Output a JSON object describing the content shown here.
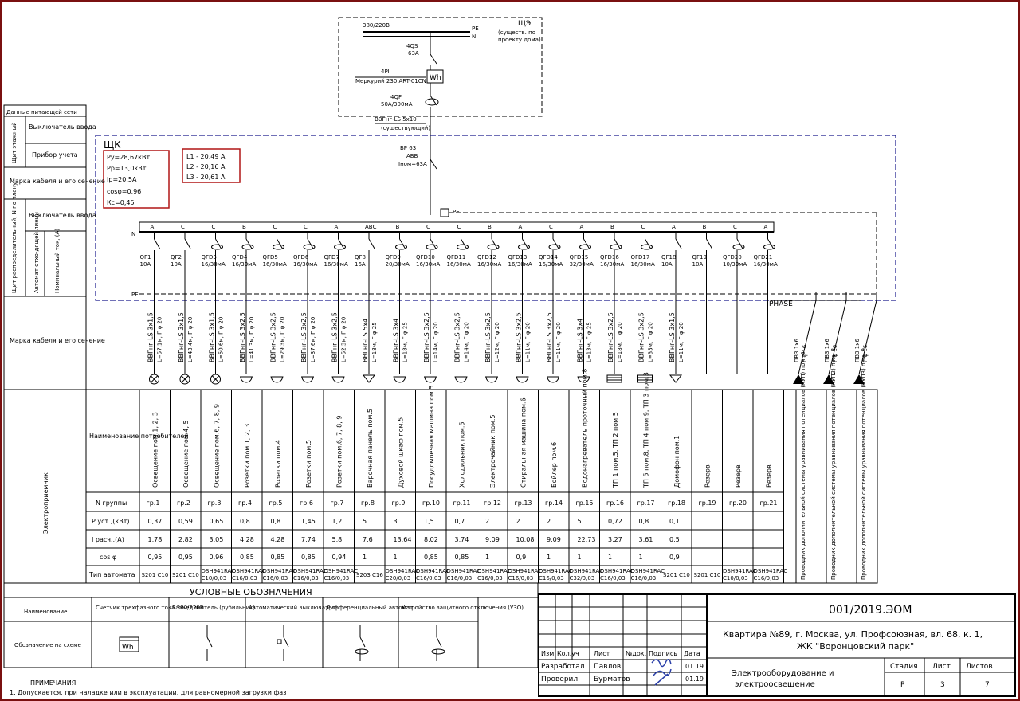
{
  "supply": {
    "voltage": "380/220В",
    "pe": "PE",
    "n": "N",
    "board_name": "ЩЭ",
    "board_note_1": "(существ. по",
    "board_note_2": "проекту дома)",
    "qs1_name": "4QS",
    "qs1_rating": "63А",
    "meter_name": "4PI",
    "meter_model": "Меркурий 230 ART-01CN",
    "meter_symbol": "Wh",
    "qf_name": "4QF",
    "qf_rating": "50А/300мА",
    "cable": "ВВГнг-LS 5х10",
    "cable_note": "(существующий)"
  },
  "panel": {
    "name": "ЩК",
    "calc": [
      "Pу=28,67кВт",
      "Pр=13,0кВт",
      "Iр=20,5А",
      "cosφ=0,96",
      "Кс=0,45"
    ],
    "phases": [
      "L1 - 20,49  А",
      "L2 - 20,16  А",
      "L3 - 20,61  А"
    ],
    "main_switch": [
      "ВР 63",
      "ABB",
      "Iном=63А"
    ],
    "pe": "PE",
    "n": "N",
    "phase_label": "PHASE"
  },
  "left_table": {
    "supply_header": "Данные питающей сети",
    "floor_board": "Щит этажный",
    "input_switch": "Выключатель вводa",
    "meter": "Прибор учета",
    "cable_brand": "Марка кабеля и его сечение",
    "dist_board": "Щит распределительный, N по плану",
    "input_switch2": "Выключатель вводa",
    "outgoing_breaker": "Автомат отхо-дящей линии",
    "rated_current": "Номинальный ток, (А)",
    "cable_brand2": "Марка кабеля и его сечение",
    "consumers": "Электроприемник"
  },
  "row_labels": {
    "name": "Наименование потребителей",
    "group": "N группы",
    "p": "P уст.,(кВт)",
    "i": "I расч.,(А)",
    "cos": "cos φ",
    "type": "Тип автомата"
  },
  "circuits": [
    {
      "phase": "А",
      "id": "QF1",
      "rating": "10А",
      "cable": "ВВГнг-LS 3х1,5",
      "len": "L=57,1м, Г φ 20",
      "name": "Освещение пом.1, 2, 3",
      "group": "гр.1",
      "p": "0,37",
      "i": "1,78",
      "cos": "0,95",
      "type": "S201 C10",
      "load": "lamp"
    },
    {
      "phase": "С",
      "id": "QF2",
      "rating": "10А",
      "cable": "ВВГнг-LS 3х1,5",
      "len": "L=43,4м, Г φ 20",
      "name": "Освещение пом.4, 5",
      "group": "гр.2",
      "p": "0,59",
      "i": "2,82",
      "cos": "0,95",
      "type": "S201 C10",
      "load": "lamp"
    },
    {
      "phase": "С",
      "id": "QFD3",
      "rating": "16/30мА",
      "cable": "ВВГнг-LS 3х1,5",
      "len": "L=50,6м, Г φ 20",
      "name": "Освещение пом.6, 7, 8, 9",
      "group": "гр.3",
      "p": "0,65",
      "i": "3,05",
      "cos": "0,96",
      "type": "DSH941RAC C10/0,03",
      "load": "lamp"
    },
    {
      "phase": "В",
      "id": "QFD4",
      "rating": "16/30мА",
      "cable": "ВВГнг-LS 3х2,5",
      "len": "L=41,3м, Г φ 20",
      "name": "Розетки пом.1, 2, 3",
      "group": "гр.4",
      "p": "0,8",
      "i": "4,28",
      "cos": "0,85",
      "type": "DSH941RAC C16/0,03",
      "load": "socket"
    },
    {
      "phase": "С",
      "id": "QFD5",
      "rating": "16/30мА",
      "cable": "ВВГнг-LS 3х2,5",
      "len": "L=29,3м, Г φ 20",
      "name": "Розетки пом.4",
      "group": "гр.5",
      "p": "0,8",
      "i": "4,28",
      "cos": "0,85",
      "type": "DSH941RAC C16/0,03",
      "load": "socket"
    },
    {
      "phase": "С",
      "id": "QFD6",
      "rating": "16/30мА",
      "cable": "ВВГнг-LS 3х2,5",
      "len": "L=37,6м, Г φ 20",
      "name": "Розетки пом.5",
      "group": "гр.6",
      "p": "1,45",
      "i": "7,74",
      "cos": "0,85",
      "type": "DSH941RAC C16/0,03",
      "load": "socket"
    },
    {
      "phase": "А",
      "id": "QFD7",
      "rating": "16/30мА",
      "cable": "ВВГнг-LS 3х2,5",
      "len": "L=52,3м, Г φ 20",
      "name": "Розетки пом.6, 7, 8, 9",
      "group": "гр.7",
      "p": "1,2",
      "i": "5,8",
      "cos": "0,94",
      "type": "DSH941RAC C16/0,03",
      "load": "socket"
    },
    {
      "phase": "АВС",
      "id": "QF8",
      "rating": "16А",
      "cable": "ВВГнг-LS 5х4",
      "len": "L=18м, Г φ 25",
      "name": "Варочная панель пом.5",
      "group": "гр.8",
      "p": "5",
      "i": "7,6",
      "cos": "1",
      "type": "S203 C16",
      "load": "triangle"
    },
    {
      "phase": "В",
      "id": "QFD9",
      "rating": "20/30мА",
      "cable": "ВВГнг-LS 3х4",
      "len": "L=18м, Г φ 25",
      "name": "Духовой шкаф пом.5",
      "group": "гр.9",
      "p": "3",
      "i": "13,64",
      "cos": "1",
      "type": "DSH941RAC C20/0,03",
      "load": "socket"
    },
    {
      "phase": "С",
      "id": "QFD10",
      "rating": "16/30мА",
      "cable": "ВВГнг-LS 3х2,5",
      "len": "L=14м, Г φ 20",
      "name": "Посудомоечная машина пом.5",
      "group": "гр.10",
      "p": "1,5",
      "i": "8,02",
      "cos": "0,85",
      "type": "DSH941RAC C16/0,03",
      "load": "socket"
    },
    {
      "phase": "С",
      "id": "QFD11",
      "rating": "16/30мА",
      "cable": "ВВГнг-LS 3х2,5",
      "len": "L=14м, Г φ 20",
      "name": "Холодильник пом.5",
      "group": "гр.11",
      "p": "0,7",
      "i": "3,74",
      "cos": "0,85",
      "type": "DSH941RAC C16/0,03",
      "load": "socket"
    },
    {
      "phase": "В",
      "id": "QFD12",
      "rating": "16/30мА",
      "cable": "ВВГнг-LS 3х2,5",
      "len": "L=12м, Г φ 20",
      "name": "Электрочайник пом.5",
      "group": "гр.12",
      "p": "2",
      "i": "9,09",
      "cos": "1",
      "type": "DSH941RAC C16/0,03",
      "load": "socket"
    },
    {
      "phase": "А",
      "id": "QFD13",
      "rating": "16/30мА",
      "cable": "ВВГнг-LS 3х2,5",
      "len": "L=11м, Г φ 20",
      "name": "Стиральная машина пом.6",
      "group": "гр.13",
      "p": "2",
      "i": "10,08",
      "cos": "0,9",
      "type": "DSH941RAC C16/0,03",
      "load": "socket"
    },
    {
      "phase": "С",
      "id": "QFD14",
      "rating": "16/30мА",
      "cable": "ВВГнг-LS 3х2,5",
      "len": "L=11м, Г φ 20",
      "name": "Бойлер пом.6",
      "group": "гр.14",
      "p": "2",
      "i": "9,09",
      "cos": "1",
      "type": "DSH941RAC C16/0,03",
      "load": "socket"
    },
    {
      "phase": "А",
      "id": "QFD15",
      "rating": "32/30мА",
      "cable": "ВВГнг-LS 3х4",
      "len": "L=13м, Г φ 25",
      "name": "Водонагреватель проточный пом.8",
      "group": "гр.15",
      "p": "5",
      "i": "22,73",
      "cos": "1",
      "type": "DSH941RAC C32/0,03",
      "load": "socket"
    },
    {
      "phase": "В",
      "id": "QFD16",
      "rating": "16/30мА",
      "cable": "ВВГнг-LS 3х2,5",
      "len": "L=18м, Г φ 20",
      "name": "ТП 1 пом.5, ТП 2 пом.5",
      "group": "гр.16",
      "p": "0,72",
      "i": "3,27",
      "cos": "1",
      "type": "DSH941RAC C16/0,03",
      "load": "heater"
    },
    {
      "phase": "С",
      "id": "QFD17",
      "rating": "16/30мА",
      "cable": "ВВГнг-LS 3х2,5",
      "len": "L=35м, Г φ 20",
      "name": "ТП 5 пом.8, ТП 4 пом.9, ТП 3 пом.3",
      "group": "гр.17",
      "p": "0,8",
      "i": "3,61",
      "cos": "1",
      "type": "DSH941RAC C16/0,03",
      "load": "heater"
    },
    {
      "phase": "А",
      "id": "QF18",
      "rating": "10А",
      "cable": "ВВГнг-LS 3х1,5",
      "len": "L=11м, Г φ 20",
      "name": "Домофон пом.1",
      "group": "гр.18",
      "p": "0,1",
      "i": "0,5",
      "cos": "0,9",
      "type": "S201 C10",
      "load": "triangle"
    },
    {
      "phase": "В",
      "id": "QF19",
      "rating": "10А",
      "cable": "",
      "len": "",
      "name": "Резерв",
      "group": "гр.19",
      "p": "",
      "i": "",
      "cos": "",
      "type": "S201 C10",
      "load": "none"
    },
    {
      "phase": "С",
      "id": "QFD20",
      "rating": "10/30мА",
      "cable": "",
      "len": "",
      "name": "Резерв",
      "group": "гр.20",
      "p": "",
      "i": "",
      "cos": "",
      "type": "DSH941RAC C10/0,03",
      "load": "none"
    },
    {
      "phase": "А",
      "id": "QFD21",
      "rating": "16/30мА",
      "cable": "",
      "len": "",
      "name": "Резерв",
      "group": "гр.21",
      "p": "",
      "i": "",
      "cos": "",
      "type": "DSH941RAC C16/0,03",
      "load": "none"
    }
  ],
  "pe_circuits": [
    {
      "cable": "ПВ3 1х6",
      "len": "Г φ 16",
      "name": "Проводник дополнительной системы уравнивания потенциалов (КУП) пом. 6"
    },
    {
      "cable": "ПВ3 1х6",
      "len": "Г φ 16",
      "name": "Проводник дополнительной системы уравнивания потенциалов (КУП2) пом. 8"
    },
    {
      "cable": "ПВ3 1х6",
      "len": "Г φ 16",
      "name": "Проводник дополнительной системы уравнивания потенциалов (КУП3) пом. 9"
    }
  ],
  "legend": {
    "title": "УСЛОВНЫЕ ОБОЗНАЧЕНИЯ",
    "col_name": "Наименование",
    "col_symbol": "Обозначение на схеме",
    "items": [
      "Счетчик трехфазного тока 380/220В",
      "Разъединитель (рубильник)",
      "Автоматический выключатель",
      "Дифференциальный автомат",
      "Устройство защитного отключения (УЗО)"
    ],
    "meter_symbol": "Wh"
  },
  "notes": {
    "title": "ПРИМЕЧАНИЯ",
    "line1": "1. Допускается, при наладке или в эксплуатации, для равномерной загрузки фаз"
  },
  "stamp": {
    "code": "001/2019.ЭОМ",
    "address1": "Квартира №89, г. Москва, ул. Профсоюзная, вл. 68, к. 1,",
    "address2": "ЖК \"Воронцовский парк\"",
    "h_izm": "Изм.",
    "h_kol": "Кол.уч",
    "h_list": "Лист",
    "h_ndok": "№док.",
    "h_podp": "Подпись",
    "h_data": "Дата",
    "dev_role": "Разработал",
    "dev_name": "Павлов",
    "dev_date": "01.19",
    "chk_role": "Проверил",
    "chk_name": "Бурматов",
    "chk_date": "01.19",
    "title1": "Электрооборудование и",
    "title2": "электроосвещение",
    "stage_h": "Стадия",
    "sheet_h": "Лист",
    "sheets_h": "Листов",
    "stage": "Р",
    "sheet": "3",
    "sheets": "7"
  }
}
